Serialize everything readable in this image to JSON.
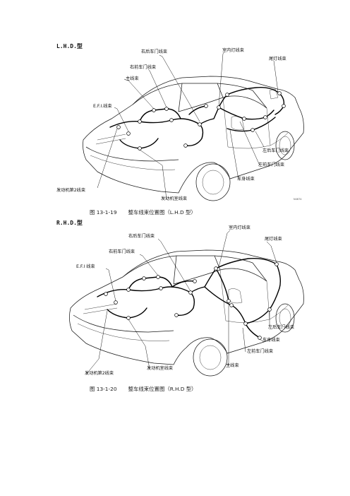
{
  "figure1": {
    "type_label": "L.H.D.型",
    "labels": {
      "right_rear_door": "右后车门线束",
      "dome_lamp": "室内灯线束",
      "tail_lamp": "尾灯线束",
      "right_front_door": "右前车门线束",
      "main": "主线束",
      "efi": "E.F.I.线束",
      "left_rear_door": "左后车门线束",
      "left_front_door": "左前车门线束",
      "body": "车身线束",
      "engine_no2": "发动机第2线束",
      "engine_room": "发动机室线束"
    },
    "code": "N4674",
    "caption_number": "图 13-1-19",
    "caption_text": "整车线束位置图（L.H.D 型）"
  },
  "figure2": {
    "type_label": "R.H.D.型",
    "labels": {
      "dome_lamp": "室内灯线束",
      "right_rear_door": "右后车门线束",
      "tail_lamp": "尾灯线束",
      "right_front_door": "右前车门线束",
      "efi": "E.F.I 线束",
      "left_rear_door": "左后车门线束",
      "body": "车身线束",
      "left_front_door": "左前车门线束",
      "main": "主线束",
      "engine_no2": "发动机第2线束",
      "engine_room": "发动机室线束"
    },
    "caption_number": "图 13-1-20",
    "caption_text": "整车线束位置图（R.H.D 型）"
  }
}
